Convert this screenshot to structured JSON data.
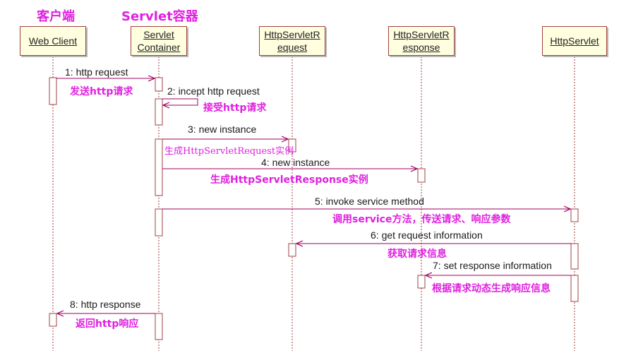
{
  "headings": {
    "client": "客户端",
    "container": "Servlet容器"
  },
  "participants": [
    {
      "line1": "Web Client",
      "line2": ""
    },
    {
      "line1": "Servlet",
      "line2": "Container"
    },
    {
      "line1": "HttpServletR",
      "line2": "equest"
    },
    {
      "line1": "HttpServletR",
      "line2": "esponse"
    },
    {
      "line1": "HttpServlet",
      "line2": ""
    }
  ],
  "messages": [
    {
      "label": "1: http request",
      "note": "发送http请求"
    },
    {
      "label": "2: incept http request",
      "note": "接受http请求"
    },
    {
      "label": "3: new instance",
      "note": "生成HttpServletRequest实例"
    },
    {
      "label": "4: new instance",
      "note": "生成HttpServletResponse实例"
    },
    {
      "label": "5: invoke service method",
      "note": "调用service方法，传送请求、响应参数"
    },
    {
      "label": "6: get request information",
      "note": "获取请求信息"
    },
    {
      "label": "7: set response information",
      "note": "根据请求动态生成响应信息"
    },
    {
      "label": "8: http response",
      "note": "返回http响应"
    }
  ],
  "colors": {
    "lifeline": "#a04040",
    "arrow": "#a00060",
    "note": "#e020e0",
    "box_fill": "#ffffe0"
  }
}
